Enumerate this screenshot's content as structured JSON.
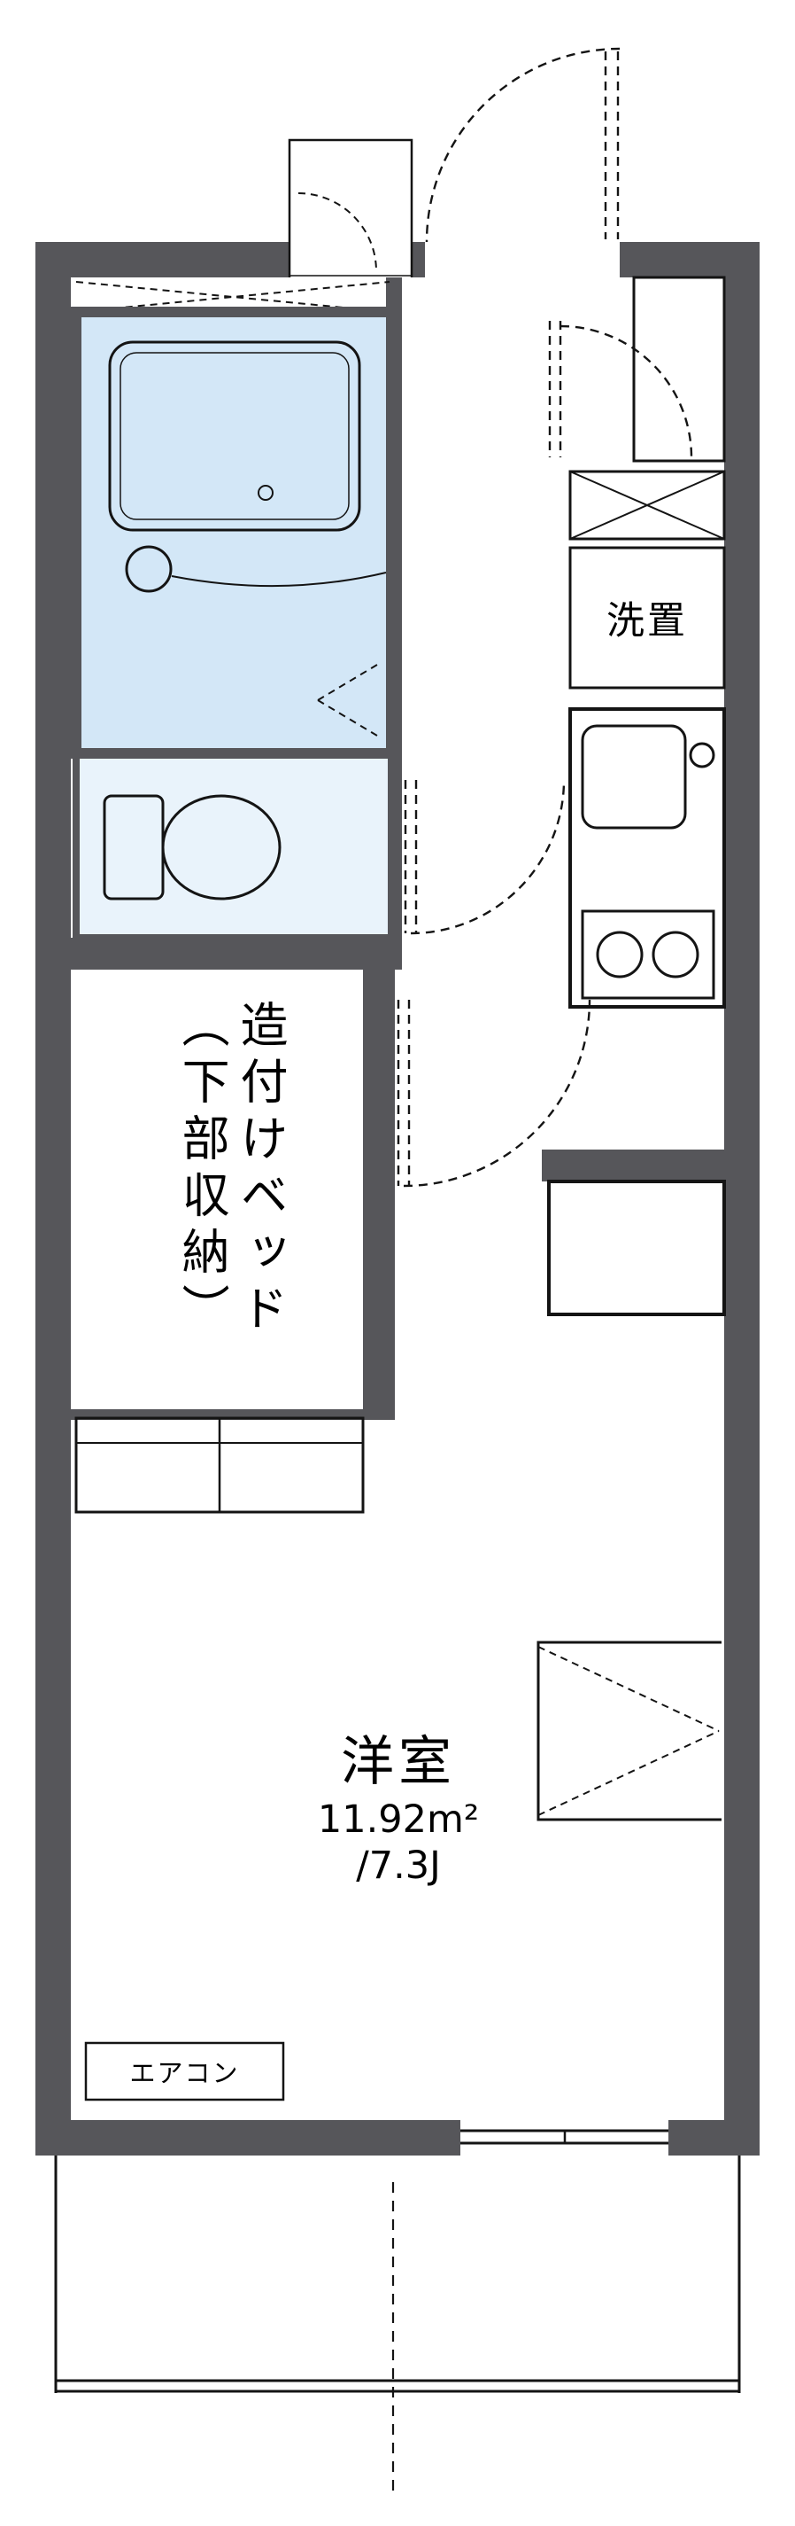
{
  "floorplan": {
    "unit": {
      "laundry_label": "洗置",
      "bed_label": "造付けベッド（下部収納）",
      "main_room_name": "洋室",
      "main_room_area_m2": "11.92m²",
      "main_room_area_tatami": "/7.3J",
      "aircon_label": "エアコン"
    },
    "colors": {
      "wall": "#56565a",
      "fixture_blue": "#d3e7f7",
      "fixture_blue_light": "#e9f4fc",
      "toilet_room_blue": "#e9f3fb",
      "shoe_cabinet_cream": "#fbf1d8",
      "line_black": "#141414"
    }
  }
}
